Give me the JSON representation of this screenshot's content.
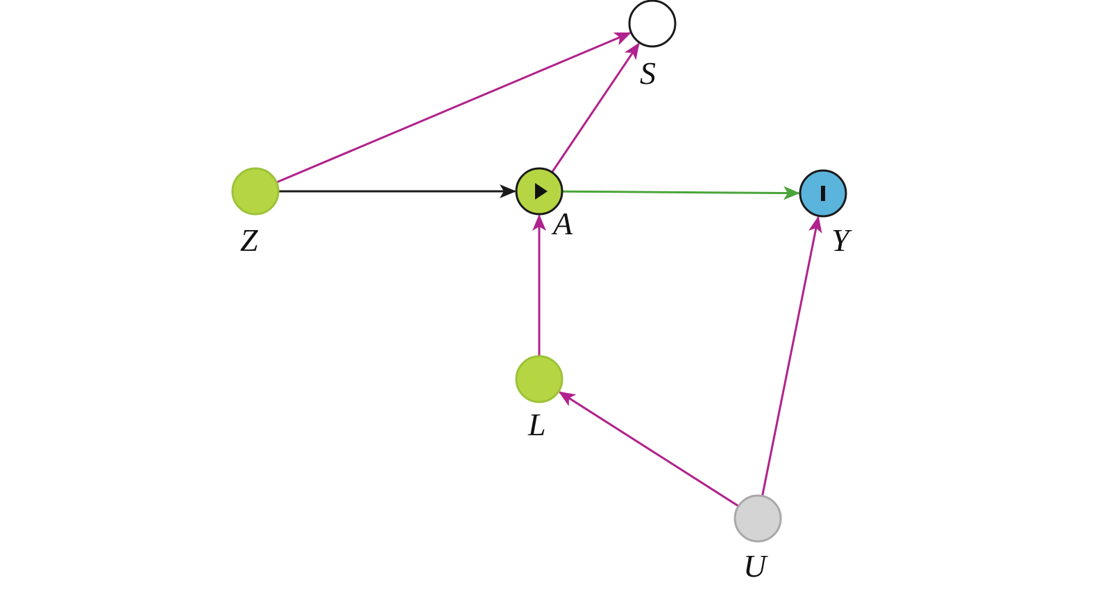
{
  "diagram": {
    "type": "causal-dag",
    "colors": {
      "exposure_ancestor_fill": "#b5d642",
      "exposure_ancestor_stroke": "#9cc23a",
      "outcome_fill": "#5ab4db",
      "unobserved_fill": "#d4d4d4",
      "unobserved_stroke": "#a8a8a8",
      "selection_fill": "#ffffff",
      "node_outline": "#1a1a1a",
      "biasing_path": "#b0228c",
      "causal_path": "#4aa43a",
      "other_path": "#1a1a1a"
    },
    "nodes": [
      {
        "id": "Z",
        "label": "Z",
        "role": "ancestor-of-exposure",
        "icon": ""
      },
      {
        "id": "A",
        "label": "A",
        "role": "exposure",
        "icon": "play-icon"
      },
      {
        "id": "Y",
        "label": "Y",
        "role": "outcome",
        "icon": "bar-icon"
      },
      {
        "id": "S",
        "label": "S",
        "role": "selection",
        "icon": ""
      },
      {
        "id": "L",
        "label": "L",
        "role": "ancestor-of-exposure",
        "icon": ""
      },
      {
        "id": "U",
        "label": "U",
        "role": "unobserved",
        "icon": ""
      }
    ],
    "edges": [
      {
        "from": "Z",
        "to": "A",
        "kind": "other"
      },
      {
        "from": "A",
        "to": "Y",
        "kind": "causal"
      },
      {
        "from": "Z",
        "to": "S",
        "kind": "biasing"
      },
      {
        "from": "A",
        "to": "S",
        "kind": "biasing"
      },
      {
        "from": "L",
        "to": "A",
        "kind": "biasing"
      },
      {
        "from": "U",
        "to": "L",
        "kind": "biasing"
      },
      {
        "from": "U",
        "to": "Y",
        "kind": "biasing"
      }
    ]
  }
}
